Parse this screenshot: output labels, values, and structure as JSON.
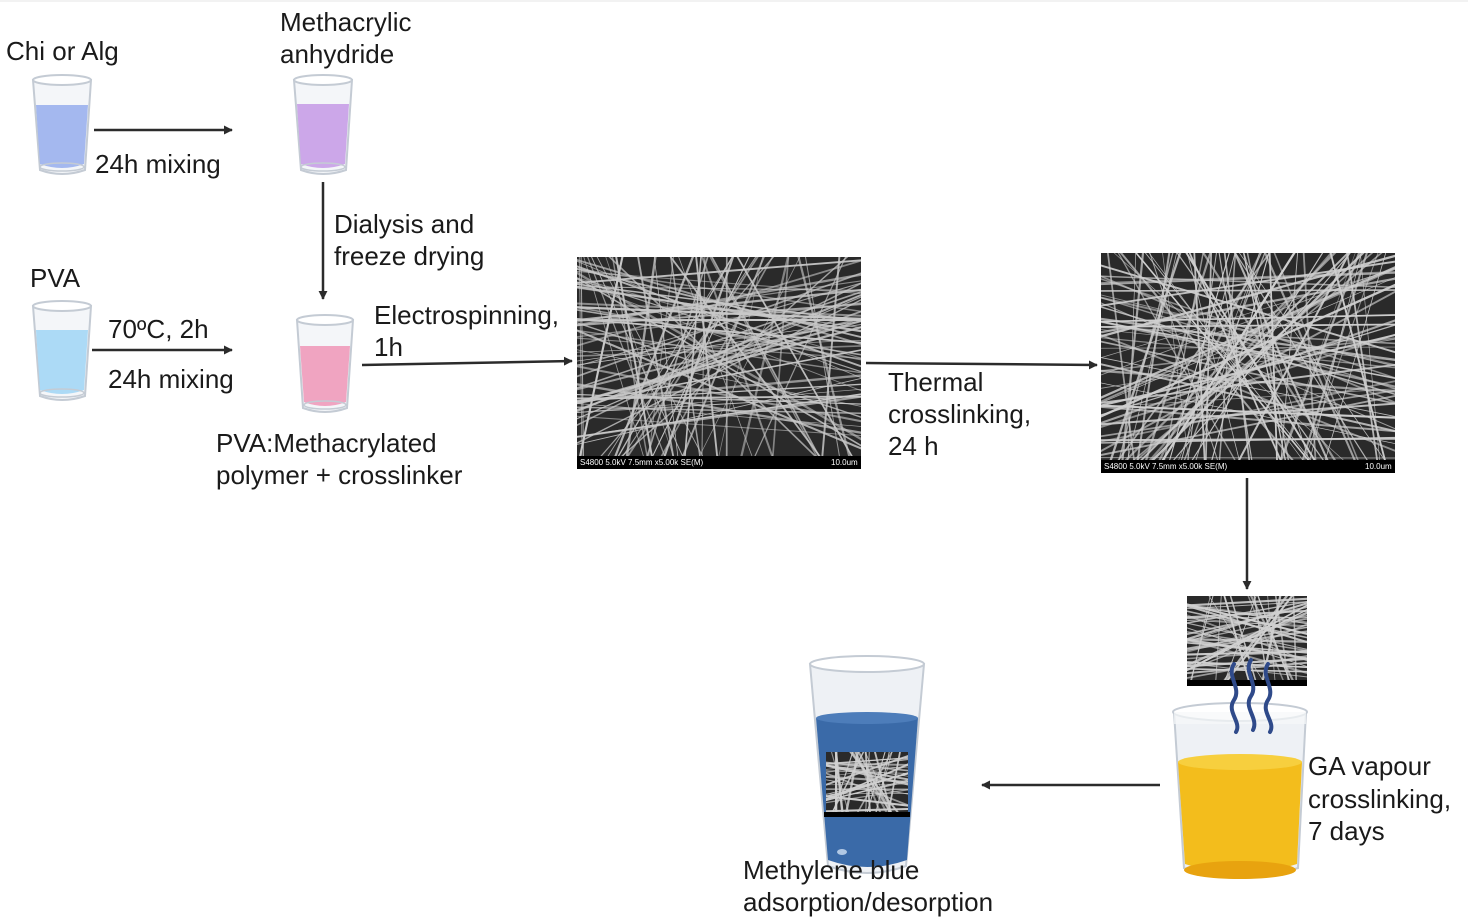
{
  "labels": {
    "chi_or_alg": "Chi or Alg",
    "methacrylic_anhydride_1": "Methacrylic",
    "methacrylic_anhydride_2": "anhydride",
    "mixing_24h_top": "24h mixing",
    "dialysis_1": "Dialysis and",
    "dialysis_2": "freeze drying",
    "pva": "PVA",
    "temp_time": "70ºC, 2h",
    "mixing_24h_bottom": "24h mixing",
    "electrospinning_1": "Electrospinning,",
    "electrospinning_2": "1h",
    "pva_meth_1": "PVA:Methacrylated",
    "pva_meth_2": "polymer + crosslinker",
    "thermal_1": "Thermal",
    "thermal_2": "crosslinking,",
    "thermal_3": "24 h",
    "ga_1": "GA vapour",
    "ga_2": "crosslinking,",
    "ga_3": "7 days",
    "mb_1": "Methylene blue",
    "mb_2": "adsorption/desorption"
  },
  "sem": {
    "bar_left": "S4800 5.0kV 7.5mm x5.00k SE(M)",
    "bar_right": "10.0um"
  },
  "colors": {
    "chi_alg_liquid": "#9fb4ee",
    "methacrylic_liquid": "#c9a2e8",
    "pva_liquid": "#a8d8f5",
    "pva_meth_liquid": "#ef9fbe",
    "ga_liquid": "#f3bd1c",
    "mb_liquid": "#3a6aa8",
    "arrow": "#2b2b2b"
  }
}
